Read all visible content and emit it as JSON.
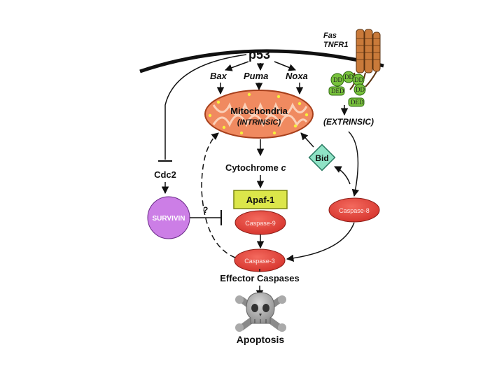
{
  "receptor": {
    "line1": "Fas",
    "line2": "TNFR1"
  },
  "p53": "p53",
  "genes": {
    "bax": "Bax",
    "puma": "Puma",
    "noxa": "Noxa"
  },
  "domains": {
    "dd": "DD",
    "ded": "DED"
  },
  "mito": {
    "title": "Mitochondria",
    "subtitle": "(INTRINSIC)"
  },
  "extrinsic": "(EXTRINSIC)",
  "bid": "Bid",
  "cytochrome": {
    "main": "Cytochrome ",
    "italic": "c"
  },
  "cdc2": "Cdc2",
  "apaf": "Apaf-1",
  "survivin": "SURVIVIN",
  "question": "?",
  "caspase9": "Caspase-9",
  "caspase8": "Caspase-8",
  "caspase3": "Caspase-3",
  "effector": "Effector Caspases",
  "apoptosis": "Apoptosis",
  "colors": {
    "caspase": "#e8473f",
    "mito": "#f08a60",
    "apaf": "#dce64a",
    "bid": "#8fe3c6",
    "survivin": "#cc7ee6",
    "receptor": "#c97a3a",
    "domain": "#78c23c"
  },
  "icons": {
    "skull": "skull-crossbones-icon"
  }
}
